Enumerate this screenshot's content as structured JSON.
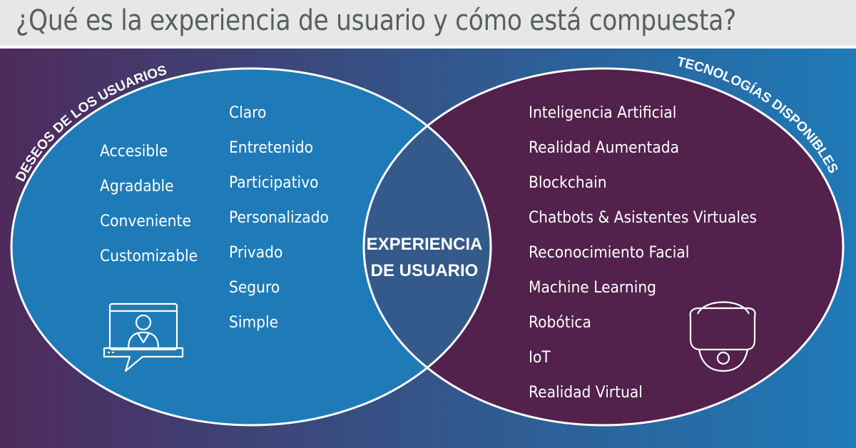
{
  "header": {
    "title": "¿Qué es la experiencia de usuario y cómo está compuesta?"
  },
  "diagram": {
    "type": "venn",
    "left_circle": {
      "title": "DESEOS DE LOS USUARIOS",
      "fill": "#1e7bb8",
      "column1": [
        "Accesible",
        "Agradable",
        "Conveniente",
        "Customizable"
      ],
      "column2": [
        "Claro",
        "Entretenido",
        "Participativo",
        "Personalizado",
        "Privado",
        "Seguro",
        "Simple"
      ],
      "icon": "video-call-user-icon"
    },
    "right_circle": {
      "title": "TECNOLOGÍAS DISPONIBLES",
      "fill": "#52214c",
      "items": [
        "Inteligencia Artificial",
        "Realidad Aumentada",
        "Blockchain",
        "Chatbots & Asistentes Virtuales",
        "Reconocimiento Facial",
        "Machine Learning",
        "Robótica",
        "IoT",
        "Realidad Virtual"
      ],
      "icon": "vr-headset-icon"
    },
    "intersection": {
      "line1": "EXPERIENCIA",
      "line2": "DE USUARIO",
      "fill": "#345a8c"
    },
    "colors": {
      "bg_left": "#4e2a5c",
      "bg_right": "#1f7ab8",
      "stroke": "#ffffff",
      "header_bg": "#e6e7e8",
      "header_text": "#5b5e60"
    }
  }
}
